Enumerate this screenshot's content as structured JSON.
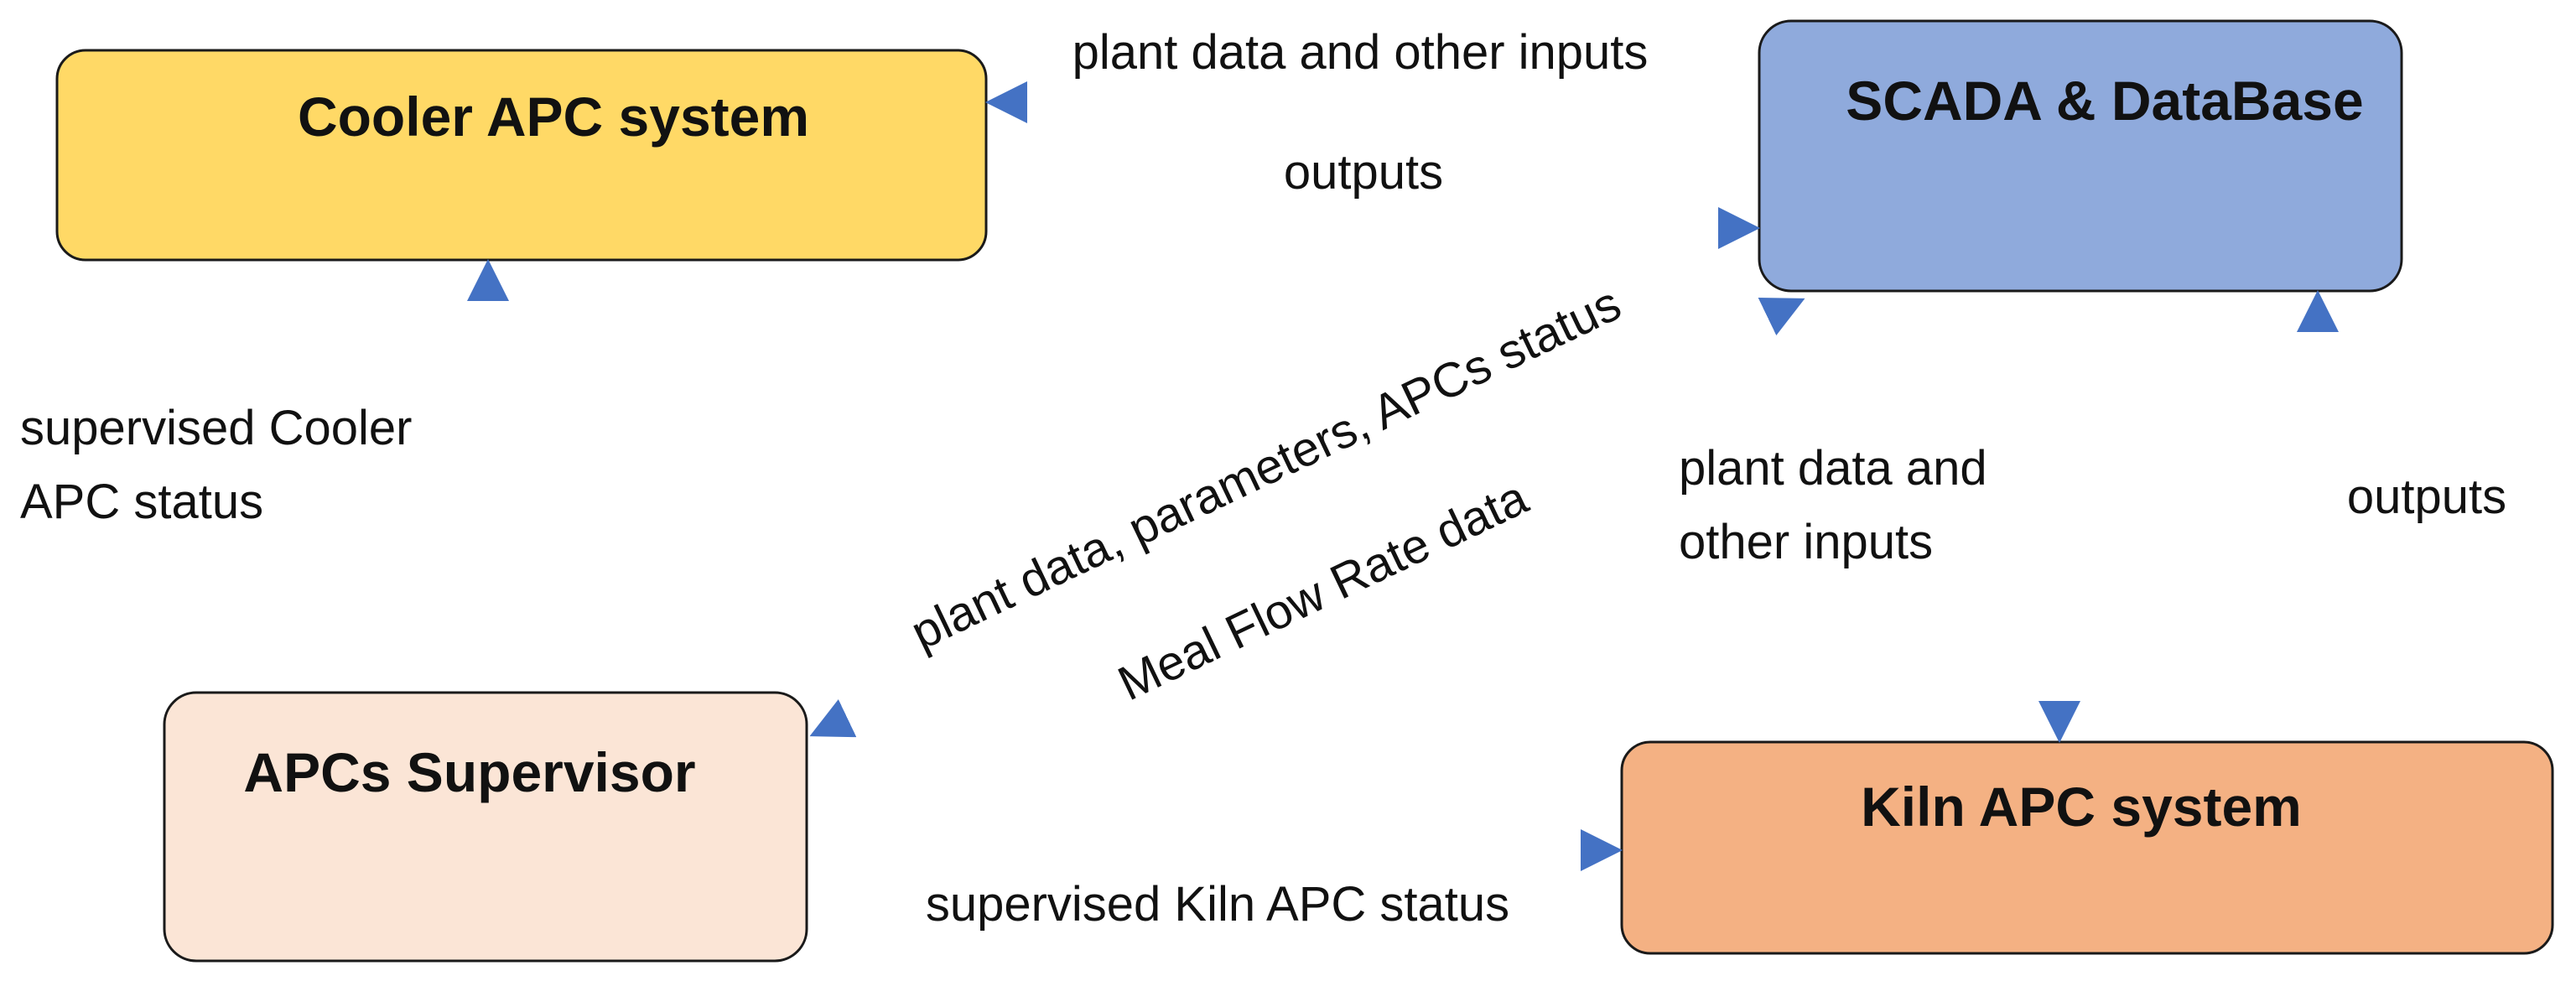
{
  "colors": {
    "arrow": "#4472C4",
    "cooler_fill": "#FFD966",
    "scada_fill": "#8FAADC",
    "supervisor_fill": "#FBE5D6",
    "kiln_fill": "#F4B183",
    "box_stroke": "#1a1a1a"
  },
  "nodes": {
    "cooler": {
      "label": "Cooler APC system"
    },
    "scada": {
      "label": "SCADA & DataBase"
    },
    "supervisor": {
      "label": "APCs Supervisor"
    },
    "kiln": {
      "label": "Kiln APC system"
    }
  },
  "edges": {
    "scada_to_cooler": {
      "label": "plant data and other inputs"
    },
    "cooler_to_scada": {
      "label": "outputs"
    },
    "supervisor_to_cooler": {
      "label_line1": "supervised Cooler",
      "label_line2": "APC status"
    },
    "scada_to_supervisor": {
      "label": "plant data, parameters, APCs status"
    },
    "supervisor_to_scada": {
      "label": "Meal Flow Rate data"
    },
    "scada_to_kiln": {
      "label_line1": "plant data and",
      "label_line2": "other inputs"
    },
    "kiln_to_scada": {
      "label": "outputs"
    },
    "supervisor_to_kiln": {
      "label": "supervised Kiln APC status"
    }
  }
}
